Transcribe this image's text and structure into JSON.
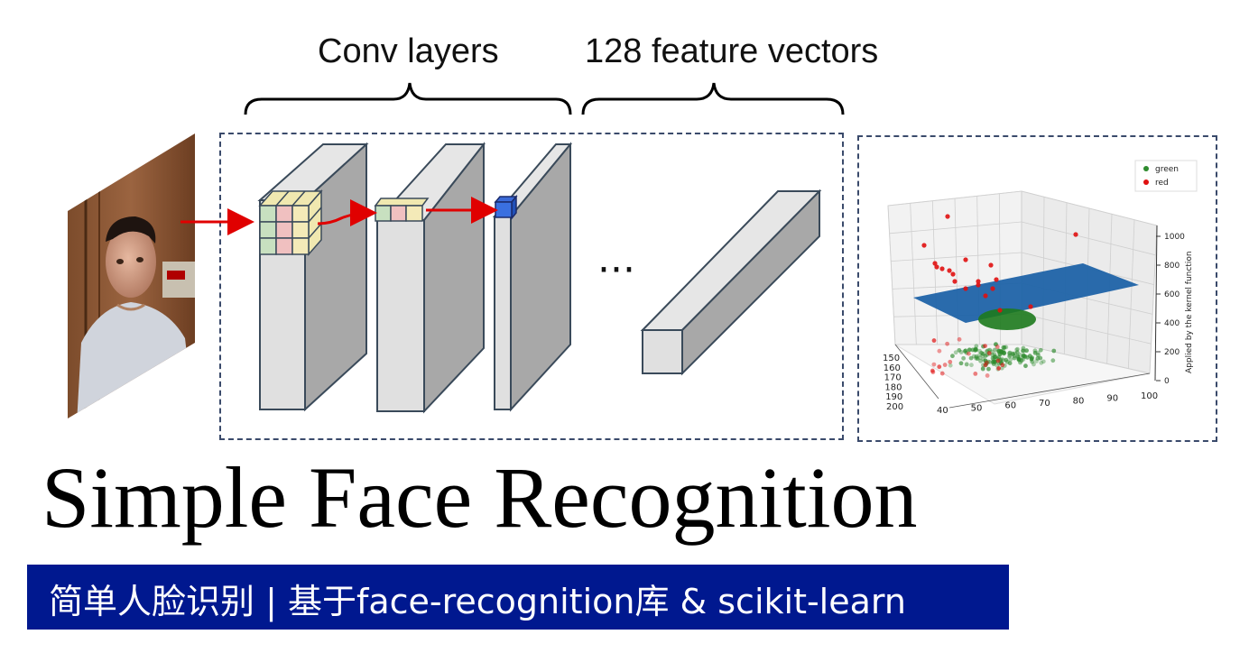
{
  "labels": {
    "conv_layers": "Conv layers",
    "feature_vectors": "128 feature vectors",
    "ellipsis": "···"
  },
  "title": "Simple Face Recognition",
  "subtitle": "简单人脸识别 | 基于face-recognition库 & scikit-learn",
  "colors": {
    "subtitle_bg": "#00188f",
    "arrow": "#e00000",
    "box_border": "#3a4a6b",
    "plane": "#1f63a8",
    "green_point": "#2e8b2e",
    "red_point": "#e01010"
  },
  "chart_data": {
    "type": "scatter3d",
    "legend": [
      "green",
      "red"
    ],
    "legend_placement": "top-right",
    "zlabel": "Applied by the kernel function",
    "x_ticks": [
      "150",
      "160",
      "170",
      "180",
      "190",
      "200"
    ],
    "y_ticks": [
      "40",
      "50",
      "60",
      "70",
      "80",
      "90",
      "100"
    ],
    "z_ticks": [
      "0",
      "200",
      "400",
      "600",
      "800",
      "1000"
    ],
    "xlim": [
      150,
      200
    ],
    "ylim": [
      40,
      100
    ],
    "zlim": [
      0,
      1000
    ],
    "grid": true
  }
}
